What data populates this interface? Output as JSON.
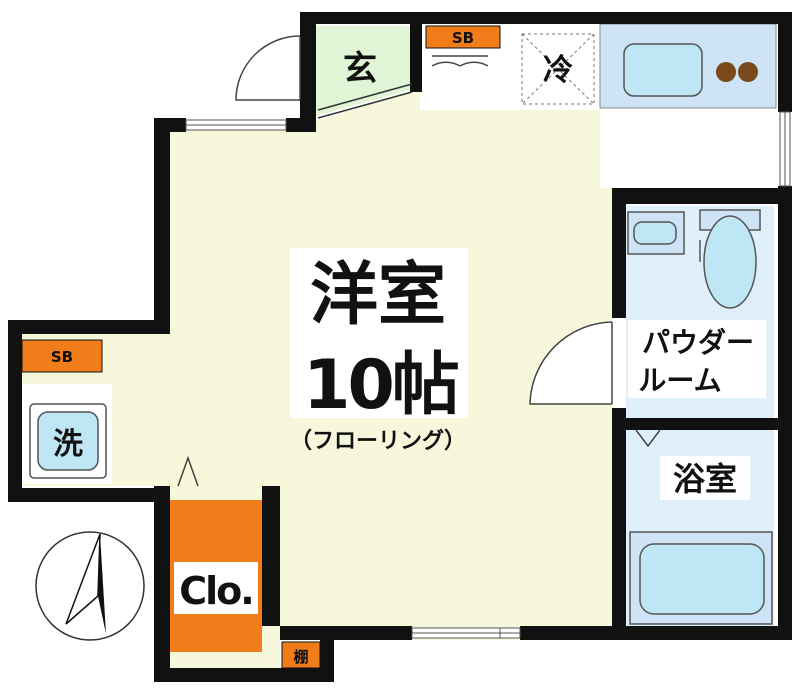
{
  "rooms": {
    "main_name": "洋室",
    "main_size": "10帖",
    "flooring": "（フローリング）",
    "entrance": "玄",
    "fridge": "冷",
    "powder_line1": "パウダー",
    "powder_line2": "ルーム",
    "bath": "浴室",
    "washer": "洗",
    "closet": "Clo.",
    "shelf": "棚"
  },
  "storage": {
    "sb_top": "SB",
    "sb_left": "SB"
  },
  "colors": {
    "wall": "#111111",
    "floor": "#f7f7dc",
    "entrance_floor": "#dff5d6",
    "kitchen": "#cfe3f7",
    "wet_area": "#dff0fb",
    "fixture": "#bfe6f5",
    "storage_orange": "#f07d1a",
    "closet_orange": "#f07d1a"
  },
  "icons": {
    "compass": "north-arrow-icon",
    "stove": "cooktop-burner-icon",
    "sink": "sink-icon",
    "toilet": "toilet-icon",
    "bathtub": "bathtub-icon"
  }
}
